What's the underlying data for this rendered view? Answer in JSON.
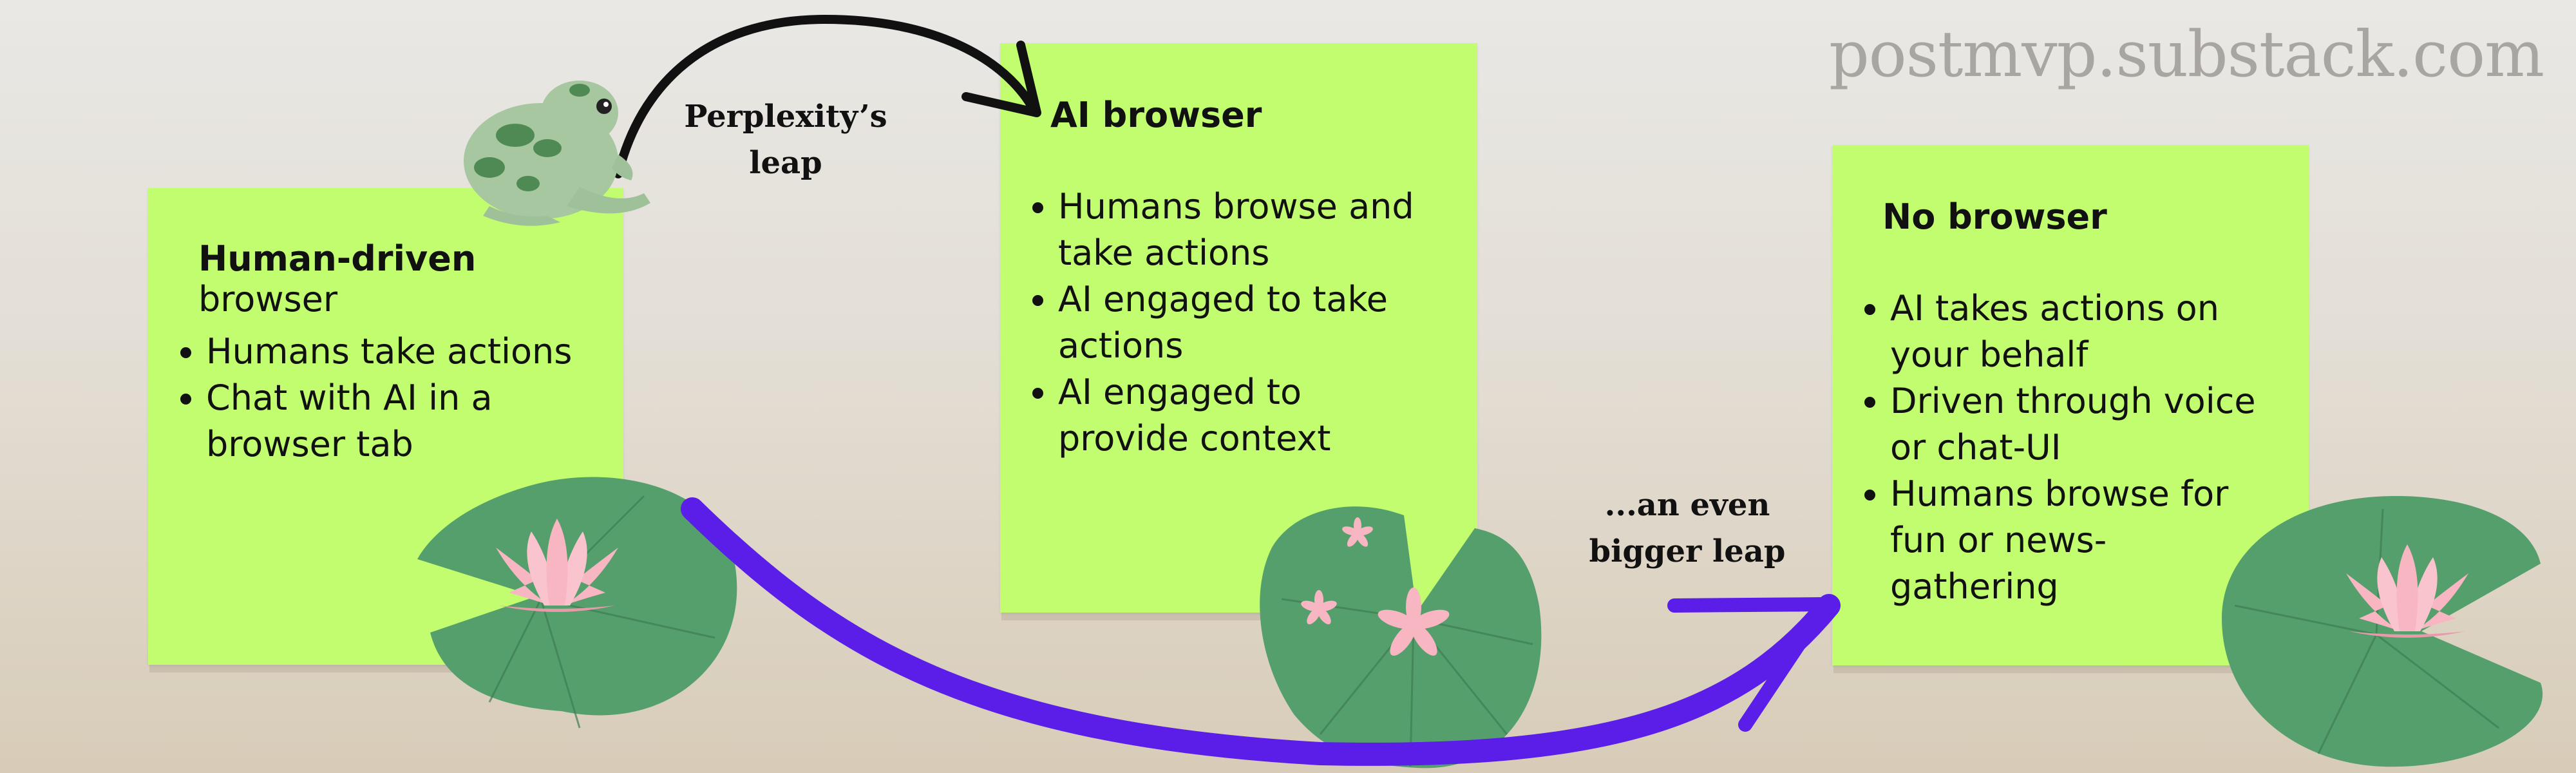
{
  "watermark": "postmvp.substack.com",
  "notes": [
    {
      "title_bold": "Human-driven",
      "title_rest": " browser",
      "bullets": [
        "Humans take actions",
        "Chat with AI in a browser tab"
      ]
    },
    {
      "title_bold": "AI browser",
      "title_rest": "",
      "bullets": [
        "Humans browse and take actions",
        "AI engaged to take actions",
        "AI engaged to provide context"
      ]
    },
    {
      "title_bold": "No browser",
      "title_rest": "",
      "bullets": [
        "AI takes actions on your behalf",
        "Driven through voice or chat-UI",
        "Humans browse for fun or news-gathering"
      ]
    }
  ],
  "captions": {
    "leap_1": "Perplexity’s leap",
    "leap_2": "...an even bigger leap"
  },
  "colors": {
    "note": "#c1fd6e",
    "lily_pad": "#559f6c",
    "flower": "#f7b6c2",
    "arrow_black": "#111111",
    "arrow_purple": "#5a1ee8",
    "frog": "#a7c7a0"
  },
  "icons": {
    "frog": "frog-illustration",
    "lily_pad": "lily-pad-illustration",
    "arrows": [
      "curved-black-arrow",
      "curved-purple-arrow"
    ]
  }
}
